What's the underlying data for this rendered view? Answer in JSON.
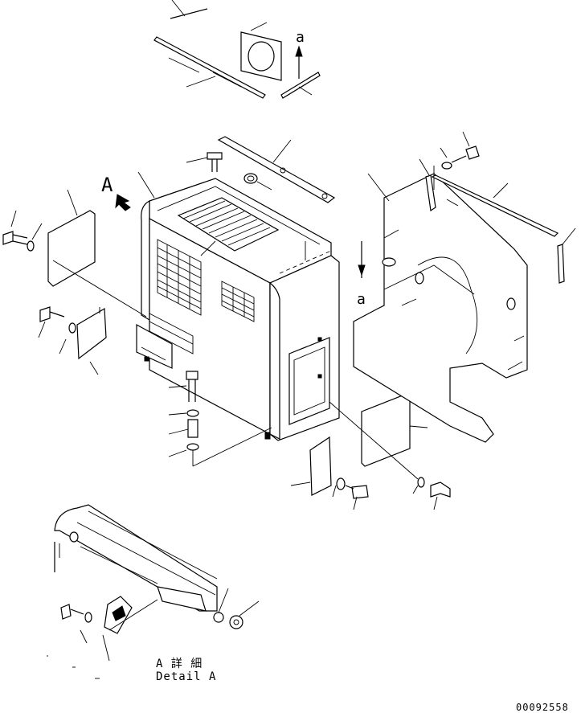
{
  "labels": {
    "view_a": "A",
    "arrow_a_upper": "a",
    "arrow_a_right": "a",
    "detail_title_jp": "A 詳 細",
    "detail_title_en": "Detail A",
    "drawing_number": "00092558"
  },
  "colors": {
    "ink": "#000000",
    "paper": "#ffffff"
  }
}
